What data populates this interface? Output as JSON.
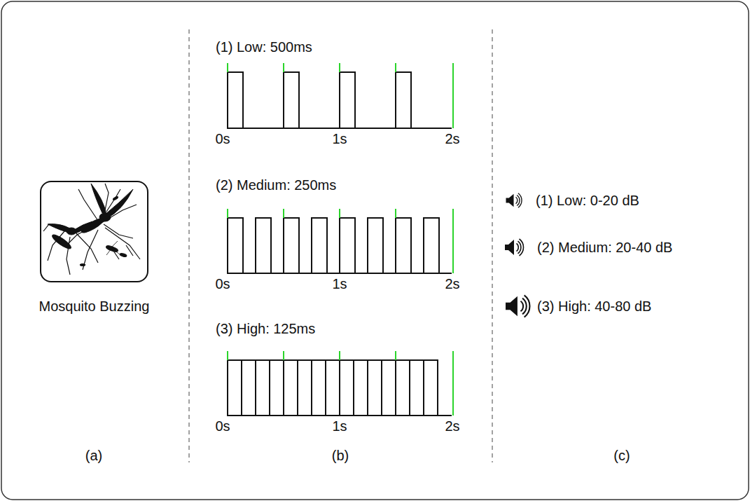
{
  "diagram": {
    "nodes": [
      {
        "text": [
          "Mosquito Buzzing"
        ]
      }
    ],
    "labels": [
      "(1) Low: 500ms",
      "0s",
      "1s",
      "2s",
      "(2) Medium: 250ms",
      "0s",
      "1s",
      "2s",
      "(3) High: 125ms",
      "0s",
      "1s",
      "2s",
      "(1) Low: 0-20 dB",
      "(2) Medium: 20-40 dB",
      "(3) High: 40-80 dB",
      "(a)",
      "(b)",
      "(c)"
    ]
  }
}
